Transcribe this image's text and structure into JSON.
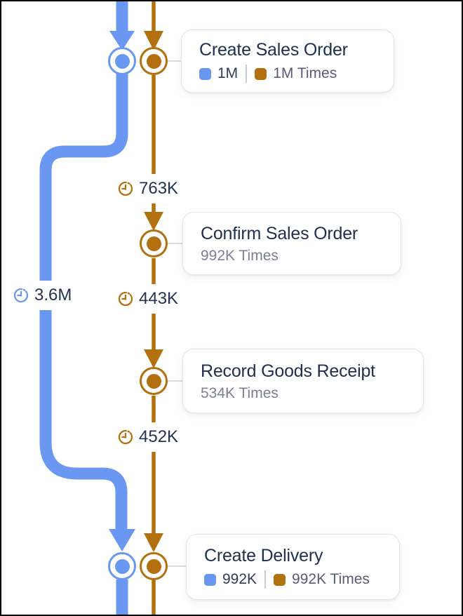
{
  "diagram": {
    "type": "process-flow",
    "activities": [
      {
        "name": "Create Sales Order",
        "metrics": {
          "case_count": "1M",
          "times": "1M Times"
        }
      },
      {
        "name": "Confirm Sales Order",
        "metrics": {
          "times": "992K Times"
        }
      },
      {
        "name": "Record Goods Receipt",
        "metrics": {
          "times": "534K Times"
        }
      },
      {
        "name": "Create Delivery",
        "metrics": {
          "case_count": "992K",
          "times": "992K Times"
        }
      }
    ],
    "edge_labels": [
      {
        "value": "763K",
        "icon": "clock-icon",
        "flow": "orange"
      },
      {
        "value": "443K",
        "icon": "clock-icon",
        "flow": "orange"
      },
      {
        "value": "452K",
        "icon": "clock-icon",
        "flow": "orange"
      },
      {
        "value": "3.6M",
        "icon": "clock-icon",
        "flow": "blue"
      }
    ]
  },
  "colors": {
    "flow_blue": "#6A97F2",
    "flow_orange": "#B2700E",
    "title_navy": "#20304F",
    "label_navy": "#253352",
    "subtitle_gray": "#7A8097",
    "count_text": "#2E3A57",
    "times_text": "#555D78",
    "card_border": "#E3E5EA",
    "connector_gray": "#D9DCE3",
    "divider_gray": "#C9CCD6"
  }
}
